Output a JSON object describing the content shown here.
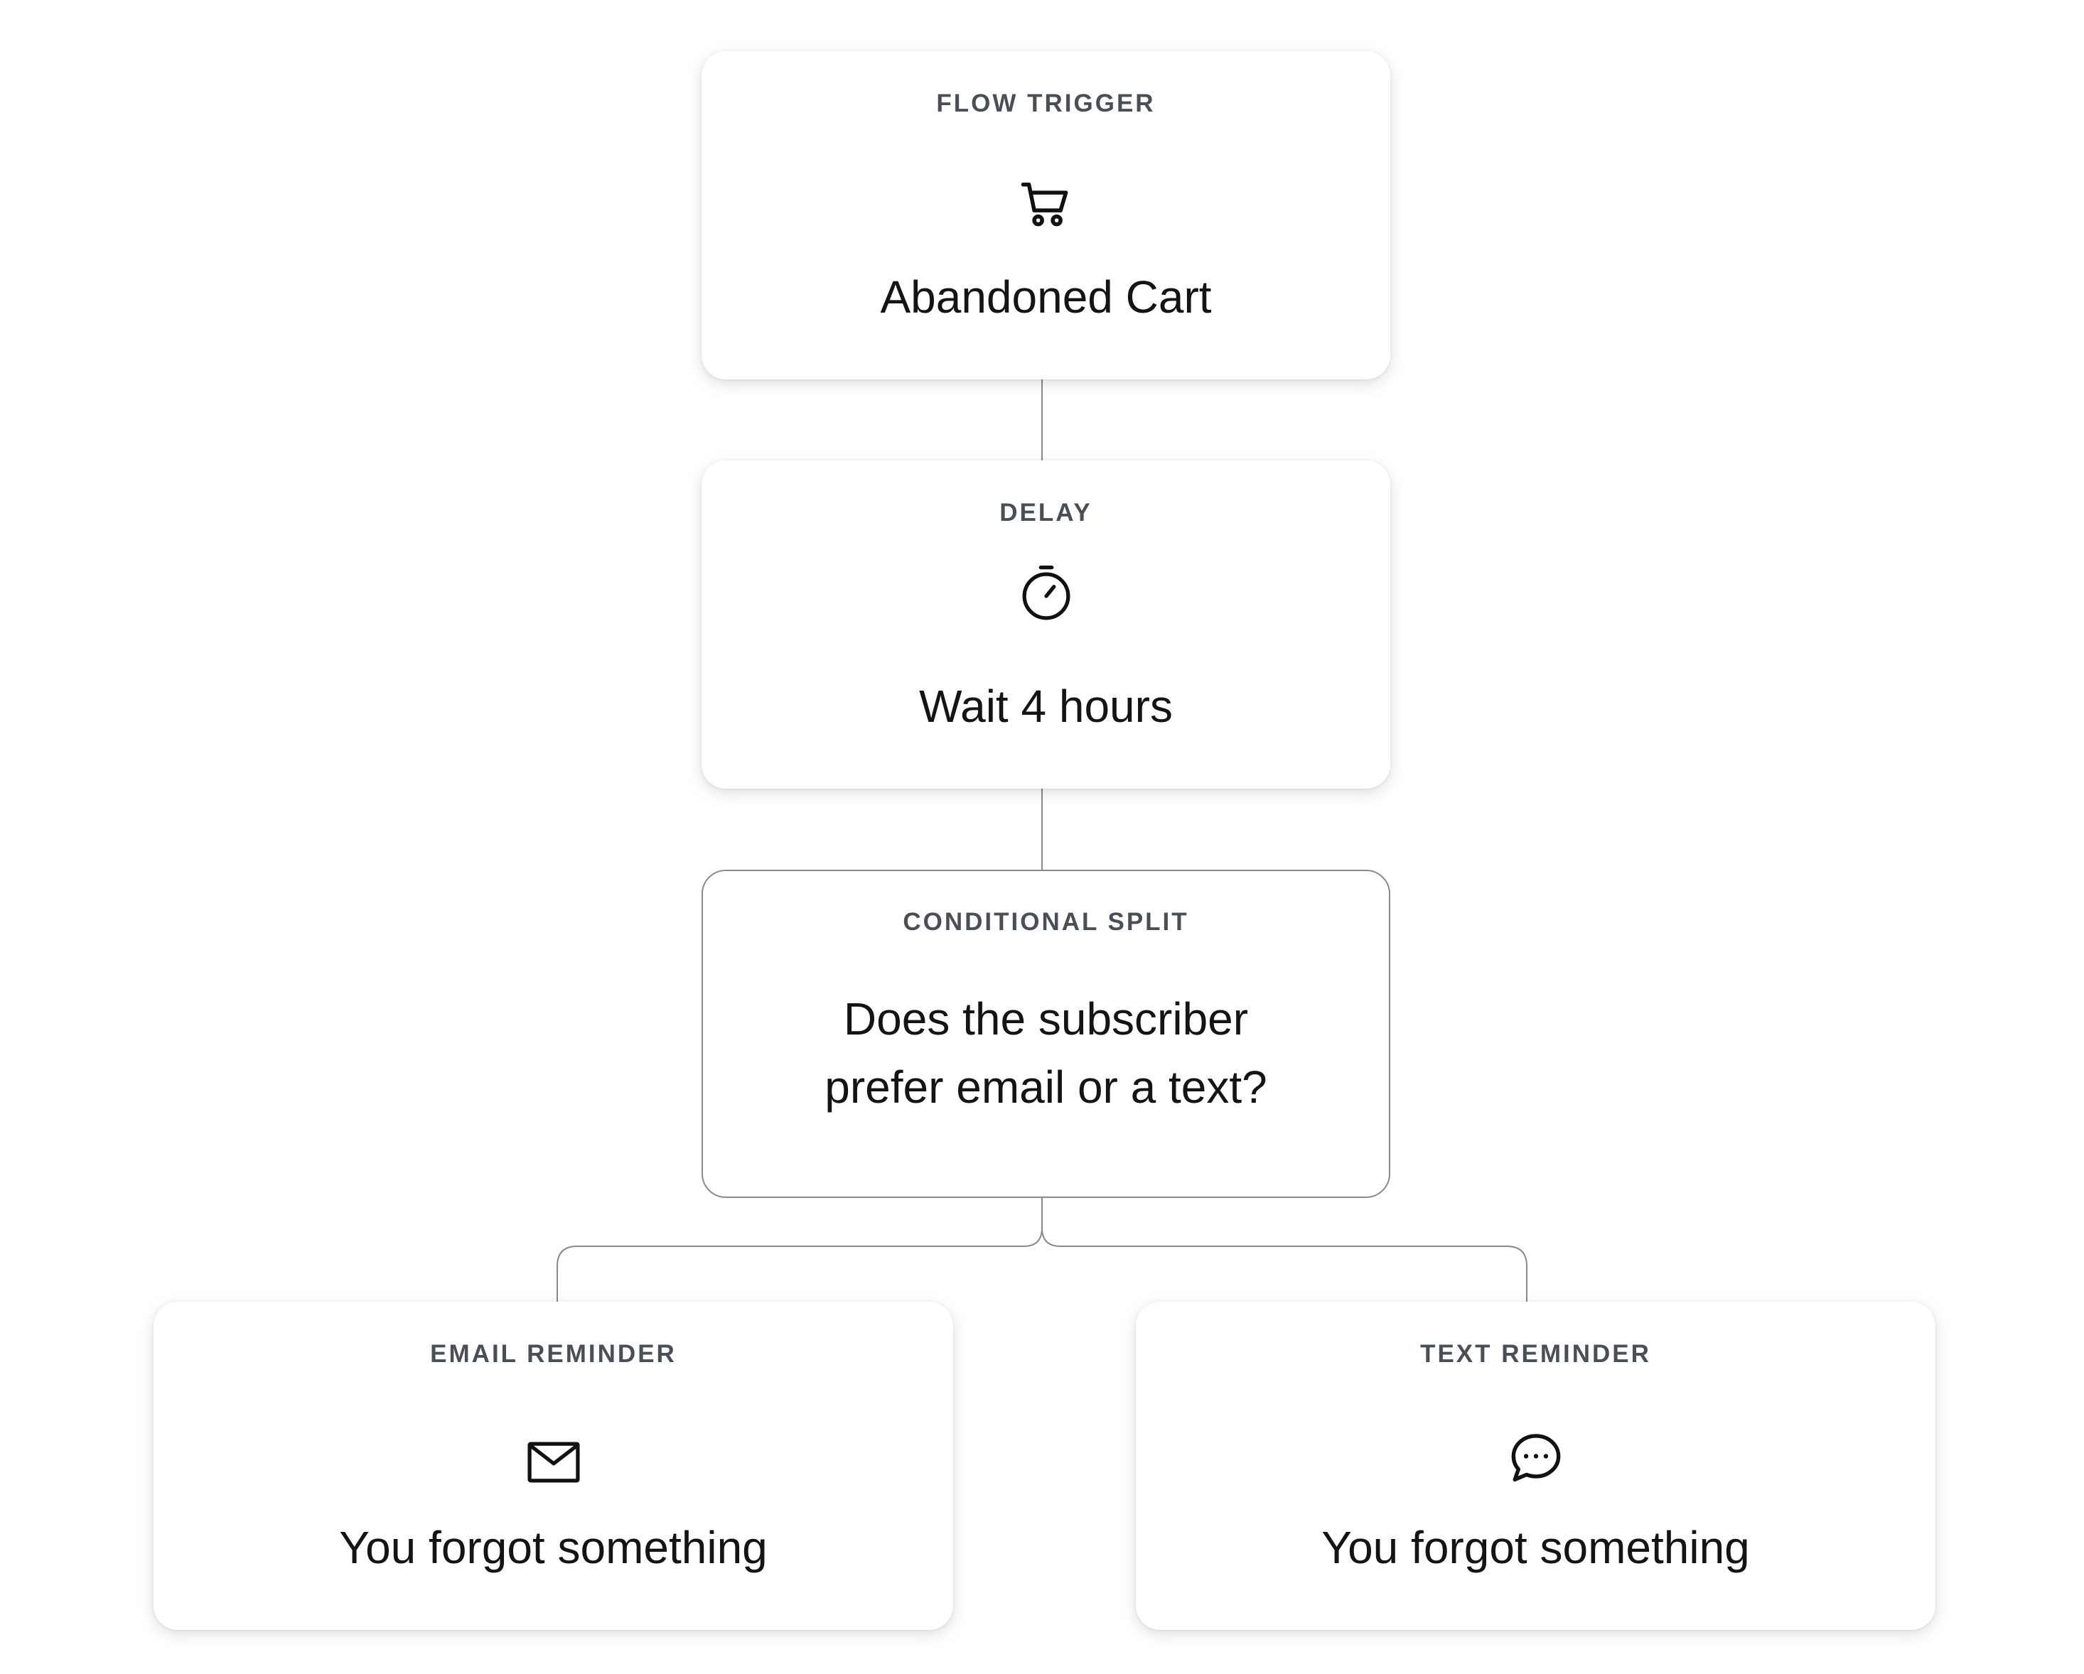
{
  "flow": {
    "trigger": {
      "label": "FLOW TRIGGER",
      "icon": "cart-icon",
      "text": "Abandoned Cart"
    },
    "delay": {
      "label": "DELAY",
      "icon": "stopwatch-icon",
      "text": "Wait 4 hours"
    },
    "split": {
      "label": "CONDITIONAL SPLIT",
      "text": "Does the subscriber prefer email or a text?"
    },
    "email": {
      "label": "EMAIL REMINDER",
      "icon": "envelope-icon",
      "text": "You forgot something"
    },
    "sms": {
      "label": "TEXT REMINDER",
      "icon": "chat-bubble-icon",
      "text": "You forgot something"
    }
  },
  "colors": {
    "background": "#ffffff",
    "label": "#4a4f57",
    "text": "#141414",
    "connector": "#8a8a8a"
  }
}
